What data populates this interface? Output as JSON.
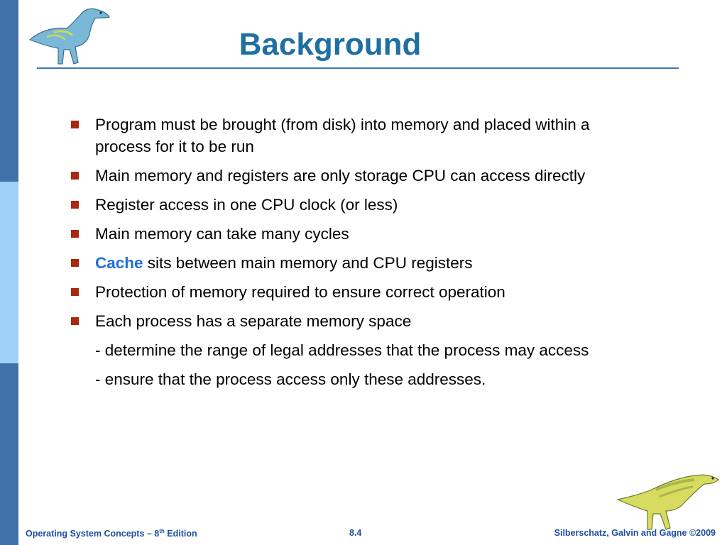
{
  "slide": {
    "title": "Background",
    "bullets": [
      {
        "text": "Program must be brought (from disk)  into memory and placed within a process for it to be run"
      },
      {
        "text": "Main memory and registers are only storage CPU can access directly"
      },
      {
        "text": "Register access in one CPU clock (or less)"
      },
      {
        "text": "Main memory can take many cycles"
      },
      {
        "highlight": "Cache",
        "text": " sits between main memory and CPU registers"
      },
      {
        "text": "Protection of memory required to ensure correct operation"
      },
      {
        "text": "Each process has a separate memory space"
      }
    ],
    "sub_lines": [
      "- determine the range of legal addresses that the process may access",
      "- ensure that the process access only these addresses."
    ]
  },
  "footer": {
    "left_prefix": "Operating System Concepts – 8",
    "left_sup": "th",
    "left_suffix": " Edition",
    "page_number": "8.4",
    "right": "Silberschatz, Galvin and Gagne ©2009"
  },
  "colors": {
    "title": "#1f6fa3",
    "bullet": "#a8290f",
    "cache_highlight": "#1f6fe0",
    "footer": "#1f4fa0",
    "left_bar_dark": "#3f72a8",
    "left_bar_light": "#9fd0f5"
  },
  "icons": {
    "top_left": "dinosaur-icon",
    "bottom_right": "dinosaur-icon"
  }
}
